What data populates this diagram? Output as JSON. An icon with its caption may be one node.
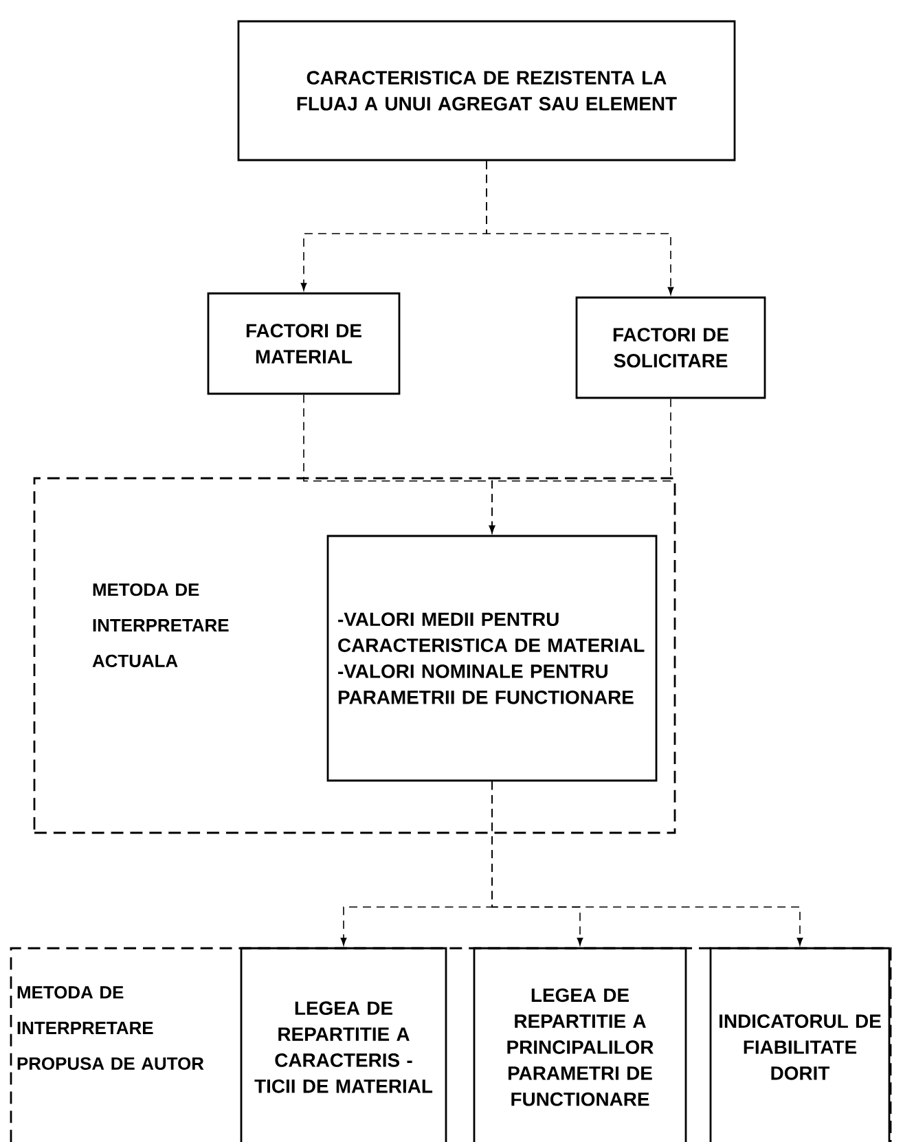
{
  "diagram": {
    "nodes": [
      {
        "text": [
          "CARACTERISTICA DE REZISTENTA LA FLUAJ A UNUI AGREGAT SAU ELEMENT"
        ]
      },
      {
        "text": [
          "FACTORI DE MATERIAL"
        ]
      },
      {
        "text": [
          "FACTORI DE SOLICITARE"
        ]
      },
      {
        "text": [
          "METODA DE INTERPRETARE ACTUALA"
        ]
      },
      {
        "text": [
          "-VALORI MEDII PENTRU CARACTERISTICA DE MATERIAL",
          "-VALORI NOMINALE PENTRU PARAMETRII DE FUNCTIONARE"
        ],
        "in": 3
      },
      {
        "text": [
          "METODA DE INTERPRETARE PROPUSA DE AUTOR"
        ]
      },
      {
        "text": [
          "LEGEA DE REPARTITIE A CARACTERIS - TICII DE MATERIAL"
        ],
        "in": 5
      },
      {
        "text": [
          "LEGEA DE REPARTITIE A PRINCIPALILOR PARAMETRI DE FUNCTIONARE"
        ],
        "in": 5
      },
      {
        "text": [
          "INDICATORUL DE FIABILITATE DORIT"
        ],
        "in": 5
      }
    ],
    "edges": [
      {
        "from": 0,
        "to": 1,
        "arrow": "to",
        "style": "dashed"
      },
      {
        "from": 0,
        "to": 2,
        "arrow": "to",
        "style": "dashed"
      },
      {
        "from": 1,
        "to": 4,
        "arrow": "to",
        "style": "dashed"
      },
      {
        "from": 2,
        "to": 4,
        "arrow": "to",
        "style": "dashed"
      },
      {
        "from": 4,
        "to": 6,
        "arrow": "to",
        "style": "dashed"
      },
      {
        "from": 4,
        "to": 7,
        "arrow": "to",
        "style": "dashed"
      },
      {
        "from": 4,
        "to": 8,
        "arrow": "to",
        "style": "dashed"
      }
    ]
  }
}
